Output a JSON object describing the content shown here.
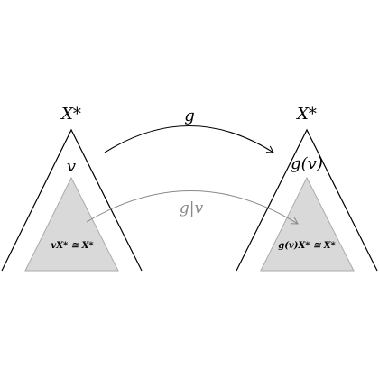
{
  "left_tree": {
    "root_label": "X*",
    "node_label": "v",
    "subtree_label": "vX* ≅ X*"
  },
  "right_tree": {
    "root_label": "X*",
    "node_label": "g(v)",
    "subtree_label": "g(v)X* ≅ X*"
  },
  "arrows": {
    "top_label": "g",
    "lower_label": "g|v"
  },
  "colors": {
    "line": "#000000",
    "subtree_fill": "#d9d9d9",
    "subtree_edge": "#aaaaaa",
    "lower_arrow": "#888888"
  }
}
